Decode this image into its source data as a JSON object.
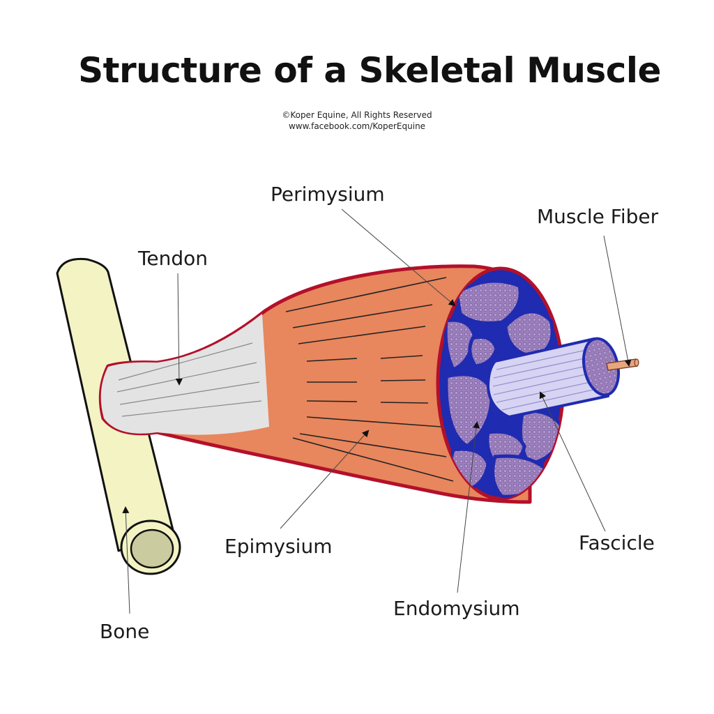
{
  "title": "Structure of a Skeletal Muscle",
  "credit": {
    "line1": "©Koper Equine, All Rights Reserved",
    "line2": "www.facebook.com/KoperEquine"
  },
  "labels": {
    "perimysium": "Perimysium",
    "muscle_fiber": "Muscle Fiber",
    "tendon": "Tendon",
    "epimysium": "Epimysium",
    "fascicle": "Fascicle",
    "endomysium": "Endomysium",
    "bone": "Bone"
  },
  "colors": {
    "bone": "#f3f3c4",
    "bone_inner": "#cbcba0",
    "tendon": "#e3e3e3",
    "muscle": "#e8865d",
    "epimysium_outline": "#b3102a",
    "cross_section": "#9a80b8",
    "perimysium_line": "#1f2bb0",
    "fascicle_body": "#d6d3f3"
  }
}
